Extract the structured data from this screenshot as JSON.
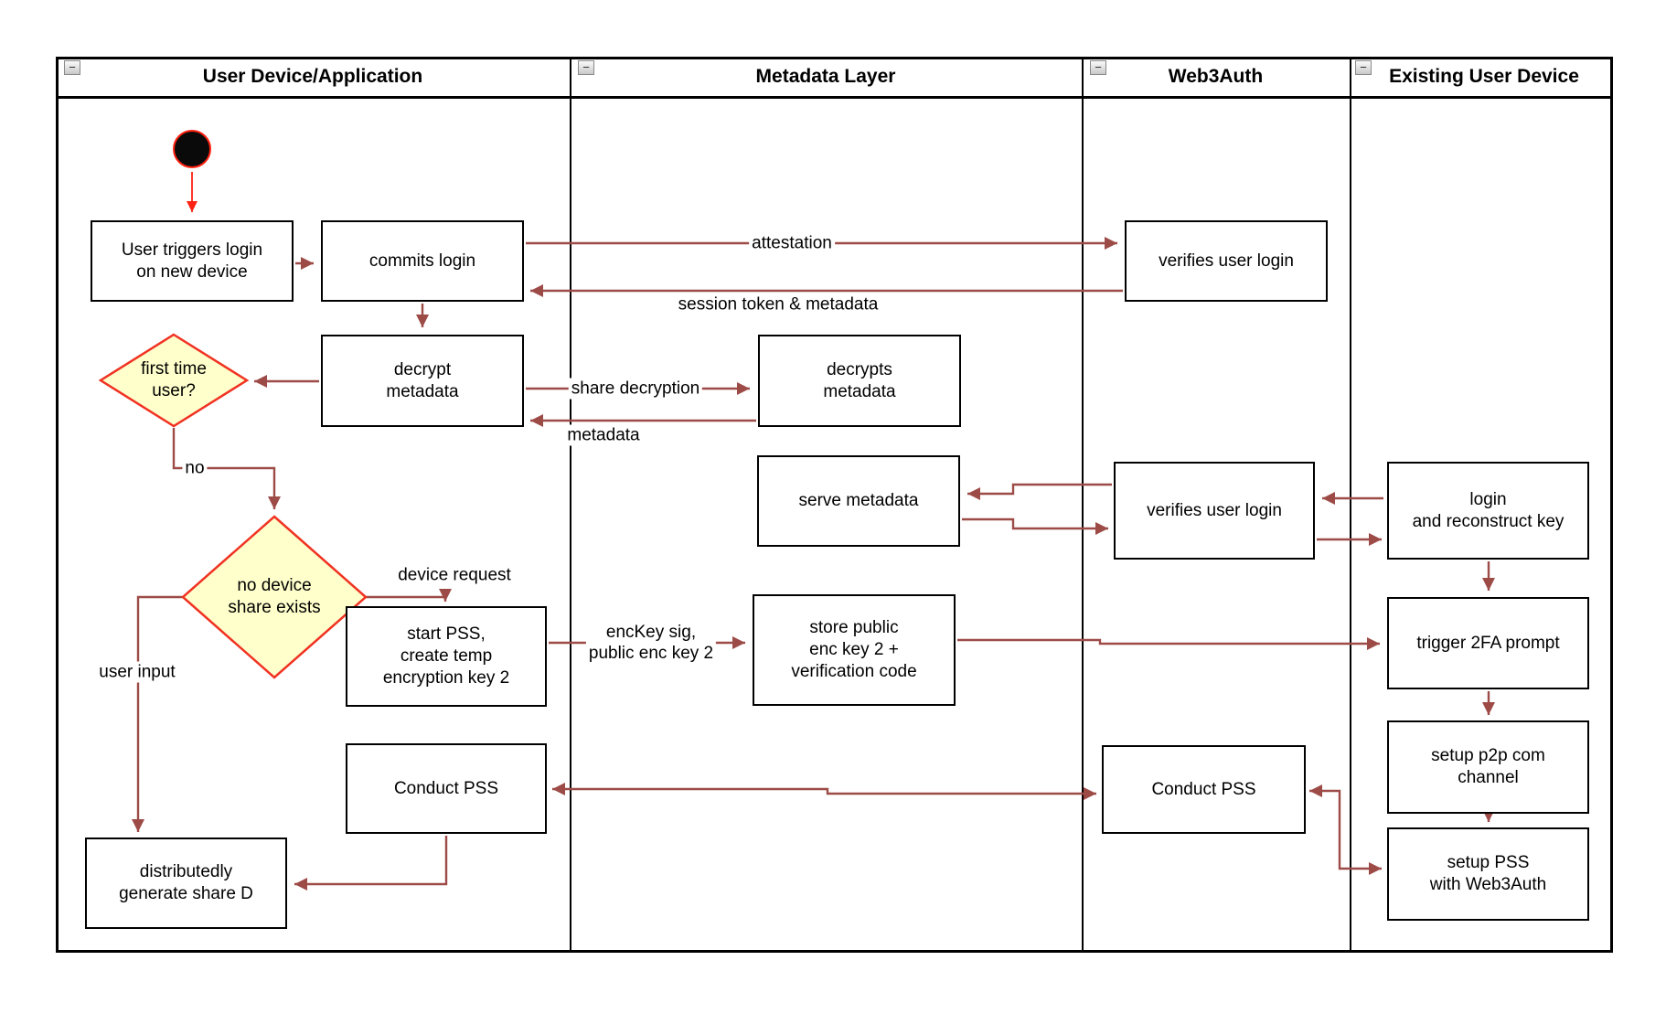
{
  "lanes": [
    {
      "title": "User Device/Application"
    },
    {
      "title": "Metadata Layer"
    },
    {
      "title": "Web3Auth"
    },
    {
      "title": "Existing User Device"
    }
  ],
  "icons": {
    "collapse": "−"
  },
  "nodes": {
    "user_triggers": {
      "label": "User triggers login\non new device"
    },
    "commits_login": {
      "label": "commits login"
    },
    "verifies_login_1": {
      "label": "verifies user login"
    },
    "decrypt_metadata": {
      "label": "decrypt\nmetadata"
    },
    "decrypts_metadata": {
      "label": "decrypts\nmetadata"
    },
    "serve_metadata": {
      "label": "serve metadata"
    },
    "verifies_login_2": {
      "label": "verifies user login"
    },
    "login_reconstruct": {
      "label": "login\nand reconstruct key"
    },
    "start_pss": {
      "label": "start PSS,\ncreate temp\nencryption key 2"
    },
    "store_public": {
      "label": "store public\nenc key 2 +\nverification code"
    },
    "trigger_2fa": {
      "label": "trigger 2FA prompt"
    },
    "setup_p2p": {
      "label": "setup p2p com\nchannel"
    },
    "setup_pss": {
      "label": "setup PSS\nwith Web3Auth"
    },
    "conduct_pss_web3auth": {
      "label": "Conduct PSS"
    },
    "conduct_pss_user": {
      "label": "Conduct PSS"
    },
    "dist_generate": {
      "label": "distributedly\ngenerate share D"
    }
  },
  "decisions": {
    "first_time": {
      "label": "first time\nuser?"
    },
    "no_device": {
      "label": "no device\nshare exists"
    }
  },
  "edge_labels": {
    "attestation": "attestation",
    "session": "session token & metadata",
    "share_decryption": "share decryption",
    "metadata": "metadata",
    "no": "no",
    "device_request": "device request",
    "enckey": "encKey sig,\npublic enc key 2",
    "user_input": "user input"
  },
  "colors": {
    "arrow": "#9D4B47",
    "start_arrow": "#FF2212",
    "decision_fill": "#FFFFCC",
    "decision_border": "#F03222",
    "node_border": "#000000",
    "frame": "#000000"
  }
}
